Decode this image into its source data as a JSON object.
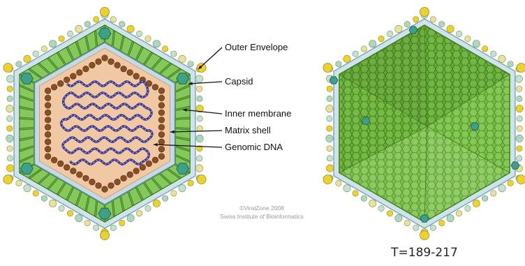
{
  "labels": {
    "outer_envelope": "Outer Envelope",
    "capsid": "Capsid",
    "inner_membrane": "Inner membrane",
    "matrix_shell": "Matrix shell",
    "genomic_dna": "Genomic DNA"
  },
  "credit": {
    "line1": "©ViralZone 2008",
    "line2": "Swiss Institute of Bioinformatics"
  },
  "triangulation": "T=189-217",
  "colors": {
    "capsomer_green": "#7cc24a",
    "penton_teal": "#3fa08a",
    "membrane_blue": "#bcd8e4",
    "matrix_tan": "#f0c9a4",
    "matrix_bead": "#8a4f24",
    "dna_purple": "#3c3a8c",
    "spike_yellow": "#ecd22a",
    "capsid_surface": "#6fb83a"
  }
}
